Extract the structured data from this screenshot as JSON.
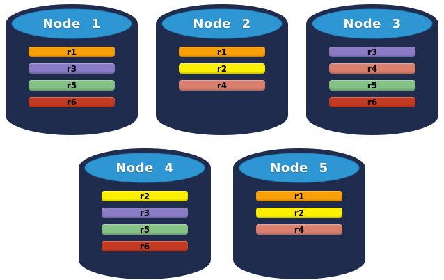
{
  "diagram": {
    "background_color": "#FFFFFF",
    "cylinder": {
      "body_color": "#1F2C4E",
      "top_color": "#2E96D3",
      "top_color_edge": "#2380BA",
      "title_text_color": "#FFFFFF"
    },
    "replica_colors": {
      "r1": "#F9A008",
      "r2": "#FBF000",
      "r3": "#8A7BC5",
      "r4": "#D97F6E",
      "r5": "#85C285",
      "r6": "#C23B22"
    },
    "bar_text_color": "#000000",
    "rows": [
      {
        "nodes": [
          {
            "label": "Node 1",
            "replicas": [
              "r1",
              "r3",
              "r5",
              "r6"
            ]
          },
          {
            "label": "Node 2",
            "replicas": [
              "r1",
              "r2",
              "r4"
            ]
          },
          {
            "label": "Node 3",
            "replicas": [
              "r3",
              "r4",
              "r5",
              "r6"
            ]
          }
        ]
      },
      {
        "nodes": [
          {
            "label": "Node 4",
            "replicas": [
              "r2",
              "r3",
              "r5",
              "r6"
            ]
          },
          {
            "label": "Node 5",
            "replicas": [
              "r1",
              "r2",
              "r4"
            ]
          }
        ]
      }
    ]
  }
}
